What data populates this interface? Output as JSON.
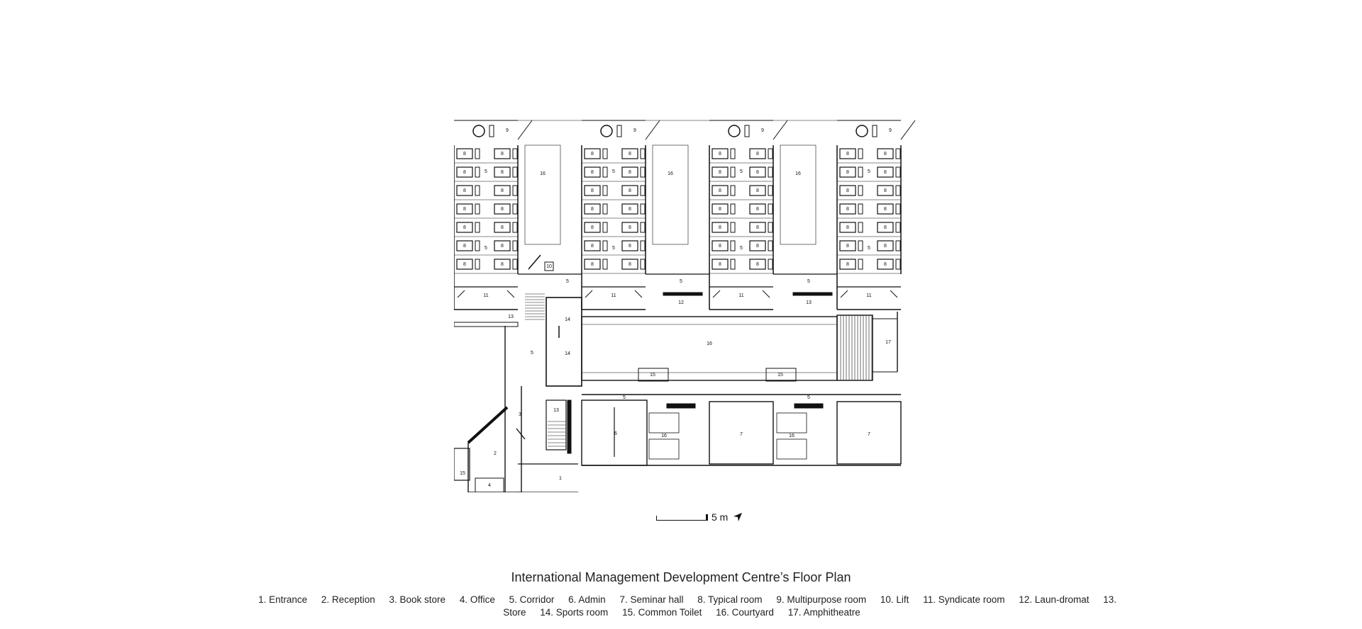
{
  "title": "International Management Development Centre’s Floor Plan",
  "scale_label": "5 m",
  "north_icon": "north-arrow-icon",
  "legend": [
    "1. Entrance",
    "2. Reception",
    "3. Book store",
    "4. Office",
    "5. Corridor",
    "6. Admin",
    "7. Seminar hall",
    "8. Typical room",
    "9. Multipurpose room",
    "10. Lift",
    "11. Syndicate room",
    "12. Laun-dromat",
    "13. Store",
    "14. Sports room",
    "15. Common Toilet",
    "16. Courtyard",
    "17. Amphitheatre"
  ],
  "plan_labels": {
    "typical_room": "8",
    "multipurpose": "9",
    "corridor": "5",
    "courtyard": "16",
    "lift": "10",
    "syndicate": "11",
    "laundromat": "12",
    "store": "13",
    "sports": "14",
    "toilet": "15",
    "amphitheatre": "17",
    "seminar": "7",
    "admin": "6",
    "entrance": "1",
    "reception": "2",
    "bookstore": "3",
    "office": "4"
  }
}
